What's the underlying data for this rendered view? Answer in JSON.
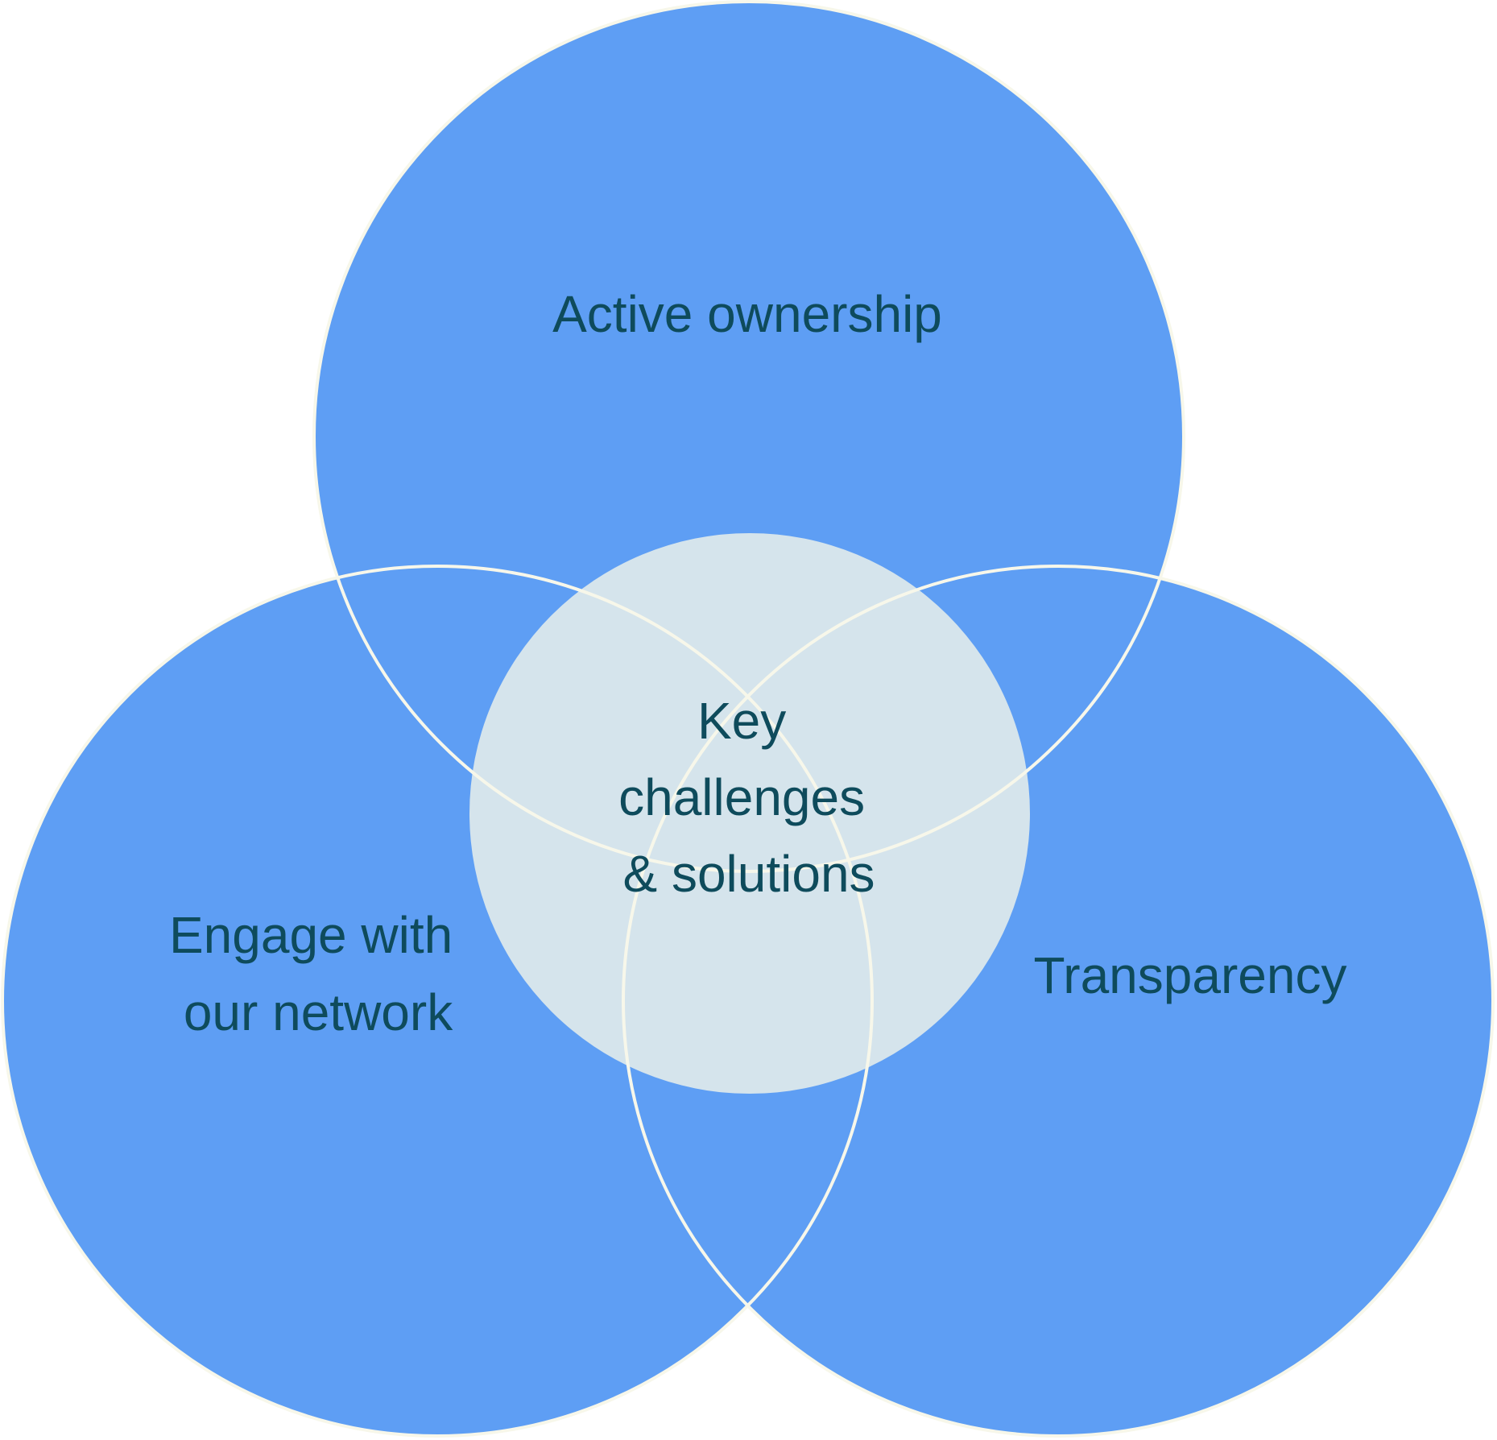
{
  "colors": {
    "circle_fill": "#5e9ef4",
    "center_fill": "#d5e4ec",
    "outline": "#f7f7ea",
    "text": "#0e4b5c"
  },
  "diagram": {
    "top": {
      "label": "Active ownership"
    },
    "left": {
      "lines": [
        "Engage with",
        "our network"
      ]
    },
    "right": {
      "label": "Transparency"
    },
    "center": {
      "lines": [
        "Key",
        "challenges",
        "& solutions"
      ]
    }
  }
}
